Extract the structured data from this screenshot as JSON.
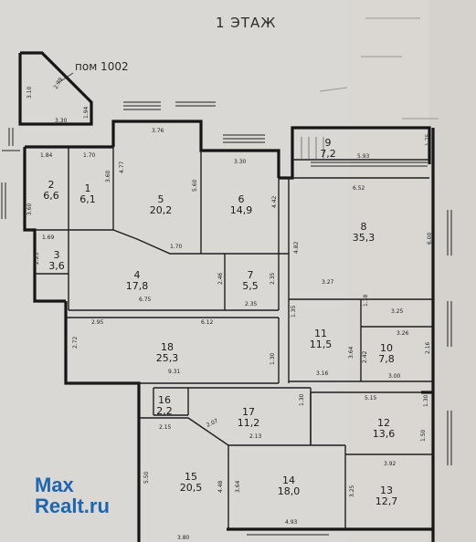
{
  "title": "1 ЭТАЖ",
  "pom_label": "пом 1002",
  "watermark": {
    "line1": "Max",
    "line2": "Realt.ru"
  },
  "rooms": [
    {
      "no": "1",
      "area": "6,1"
    },
    {
      "no": "2",
      "area": "6,6"
    },
    {
      "no": "3",
      "area": "3,6"
    },
    {
      "no": "4",
      "area": "17,8"
    },
    {
      "no": "5",
      "area": "20,2"
    },
    {
      "no": "6",
      "area": "14,9"
    },
    {
      "no": "7",
      "area": "5,5"
    },
    {
      "no": "8",
      "area": "35,3"
    },
    {
      "no": "9",
      "area": "7,2"
    },
    {
      "no": "10",
      "area": "7,8"
    },
    {
      "no": "11",
      "area": "11,5"
    },
    {
      "no": "12",
      "area": "13,6"
    },
    {
      "no": "13",
      "area": "12,7"
    },
    {
      "no": "14",
      "area": "18,0"
    },
    {
      "no": "15",
      "area": "20,5"
    },
    {
      "no": "16",
      "area": "2,2"
    },
    {
      "no": "17",
      "area": "11,2"
    },
    {
      "no": "18",
      "area": "25,3"
    }
  ],
  "dimensions": [
    "3.10",
    "2.79",
    "1.94",
    "3.30",
    "3.76",
    "3.30",
    "5.93",
    "1.75",
    "1.84",
    "1.70",
    "3.60",
    "4.77",
    "5.60",
    "4.42",
    "6.52",
    "3.60",
    "1.69",
    "2.23",
    "1.70",
    "4.82",
    "6.00",
    "3.27",
    "2.46",
    "2.35",
    "6.75",
    "2.35",
    "1.18",
    "3.25",
    "1.35",
    "2.95",
    "6.12",
    "3.26",
    "2.72",
    "1.30",
    "3.64",
    "2.42",
    "2.16",
    "9.31",
    "3.16",
    "3.00",
    "5.15",
    "1.30",
    "1.30",
    "2.15",
    "2.07",
    "2.13",
    "1.50",
    "3.92",
    "5.50",
    "4.48",
    "3.64",
    "3.25",
    "3.80",
    "4.93"
  ]
}
